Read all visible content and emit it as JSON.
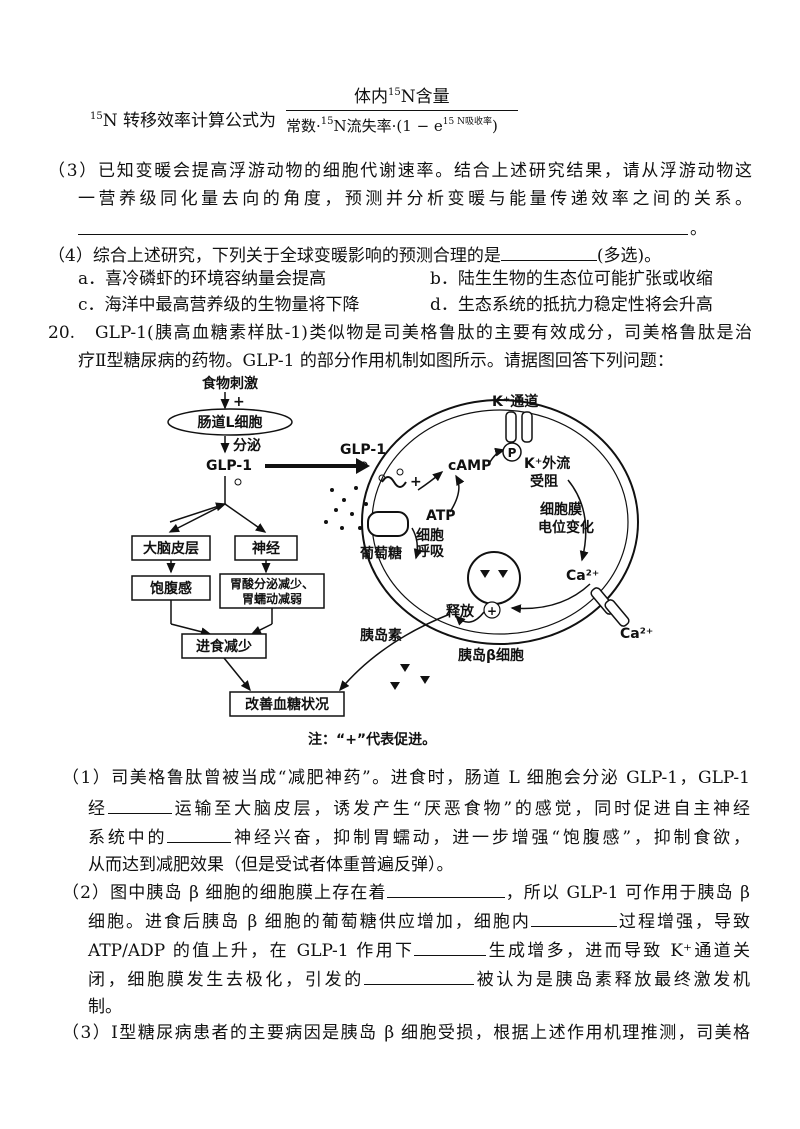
{
  "formula": {
    "prefix_sup": "15",
    "prefix": "N 转移效率计算公式为",
    "numerator_pre": "体内",
    "numerator_sup": "15",
    "numerator_post": "N含量",
    "denominator_a": "常数·",
    "denominator_sup": "15",
    "denominator_b": "N流失率·(1 − e",
    "denominator_exp": "15 N吸收率",
    "denominator_c": ")"
  },
  "q3_prev": {
    "line1": "（3）已知变暖会提高浮游动物的细胞代谢速率。结合上述研究结果，请从浮游动物这",
    "line2": "一营养级同化量去向的角度，预测并分析变暖与能量传递效率之间的关系。",
    "end": "。"
  },
  "q4": {
    "stem_a": "（4）综合上述研究，下列关于全球变暖影响的预测合理的是",
    "stem_b": "(多选)。",
    "opt_a": "a．喜冷磷虾的环境容纳量会提高",
    "opt_b": "b．陆生生物的生态位可能扩张或收缩",
    "opt_c": "c．海洋中最高营养级的生物量将下降",
    "opt_d": "d．生态系统的抵抗力稳定性将会升高"
  },
  "q20": {
    "intro1": "20.　GLP-1(胰高血糖素样肽-1)类似物是司美格鲁肽的主要有效成分，司美格鲁肽是治",
    "intro2": "疗Ⅱ型糖尿病的药物。GLP-1 的部分作用机制如图所示。请据图回答下列问题："
  },
  "diagram": {
    "food_stimulus": "食物刺激",
    "plus": "+",
    "l_cell": "肠道L细胞",
    "secrete": "分泌",
    "glp1_left": "GLP-1",
    "glp1_top": "GLP-1",
    "cortex": "大脑皮层",
    "nerve": "神经",
    "satiety": "饱腹感",
    "gastric_line1": "胃酸分泌减少、",
    "gastric_line2": "胃蠕动减弱",
    "eat_less": "进食减少",
    "improve": "改善血糖状况",
    "k_channel": "K⁺通道",
    "p_label": "P",
    "camp": "cAMP",
    "k_out_1": "K⁺外流",
    "k_out_2": "受阻",
    "atp": "ATP",
    "resp_1": "细胞",
    "resp_2": "呼吸",
    "glucose": "葡萄糖",
    "membrane_1": "细胞膜",
    "membrane_2": "电位变化",
    "ca_in": "Ca²⁺",
    "ca_out": "Ca²⁺",
    "release": "释放",
    "insulin": "胰岛素",
    "beta_cell": "胰岛β细胞",
    "note": "注：“+”代表促进。"
  },
  "sub1": {
    "l1a": "（1）司美格鲁肽曾被当成“减肥神药”。进食时，肠道 L 细胞会分泌 GLP-1，GLP-1",
    "l2a": "经",
    "l2b": "运输至大脑皮层，诱发产生“厌恶食物”的感觉，同时促进自主神经",
    "l3a": "系统中的",
    "l3b": "神经兴奋，抑制胃蠕动，进一步增强“饱腹感”，抑制食欲，",
    "l4": "从而达到减肥效果（但是受试者体重普遍反弹）。"
  },
  "sub2": {
    "l1a": "（2）图中胰岛 β 细胞的细胞膜上存在着",
    "l1b": "，所以 GLP-1 可作用于胰岛 β",
    "l2a": "细胞。进食后胰岛 β 细胞的葡萄糖供应增加，细胞内",
    "l2b": "过程增强，导致",
    "l3a": "ATP/ADP  的值上升，在 GLP-1 作用下",
    "l3b": "生成增多，进而导致 K⁺通道关",
    "l4a": "闭，细胞膜发生去极化，引发的",
    "l4b": "被认为是胰岛素释放最终激发机",
    "l5": "制。"
  },
  "sub3": {
    "l1": "（3）Ⅰ型糖尿病患者的主要病因是胰岛 β 细胞受损，根据上述作用机理推测，司美格"
  }
}
